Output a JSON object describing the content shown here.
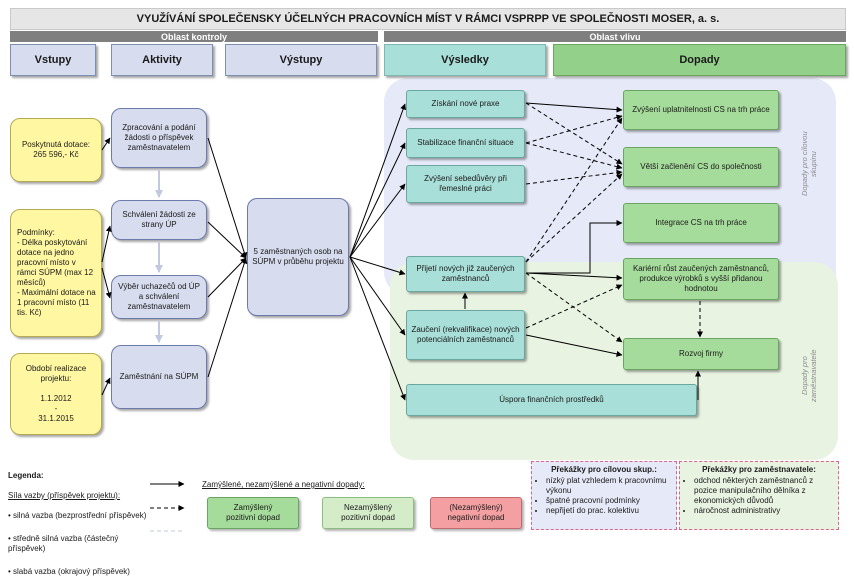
{
  "title": "VYUŽÍVÁNÍ SPOLEČENSKY ÚČELNÝCH PRACOVNÍCH MÍST V RÁMCI VSPRPP VE SPOLEČNOSTI MOSER, a. s.",
  "areas": {
    "control": "Oblast kontroly",
    "influence": "Oblast vlivu"
  },
  "columns": {
    "inputs": "Vstupy",
    "activities": "Aktivity",
    "outputs": "Výstupy",
    "results": "Výsledky",
    "impacts": "Dopady"
  },
  "inputs": {
    "subsidy": "Poskytnutá dotace:\n265 596,- Kč",
    "conditions": "Podmínky:\n- Délka poskytování dotace na jedno pracovní místo v rámci SÚPM (max 12 měsíců)\n- Maximální dotace na 1 pracovní místo (11 tis. Kč)",
    "period": "Období realizace projektu:\n\n1.1.2012\n-\n31.1.2015"
  },
  "activities": [
    "Zpracování a podání žádosti o příspěvek zaměstnavatelem",
    "Schválení žádosti ze strany ÚP",
    "Výběr uchazečů od ÚP a schválení zaměstnavatelem",
    "Zaměstnání na SÚPM"
  ],
  "output": "5 zaměstnaných osob na SÚPM v průběhu projektu",
  "results": [
    "Získání nové praxe",
    "Stabilizace finanční situace",
    "Zvýšení sebedůvěry při řemeslné práci",
    "Přijetí nových již zaučených zaměstnanců",
    "Zaučení (rekvalifikace) nových potenciálních zaměstnanců",
    "Úspora finančních prostředků"
  ],
  "impacts": [
    "Zvýšení uplatnitelnosti CS na trh práce",
    "Větší začlenění CS do společnosti",
    "Integrace CS na trh práce",
    "Kariérní růst zaučených zaměstnanců, produkce výrobků s vyšší přidanou hodnotou",
    "Rozvoj firmy"
  ],
  "side_labels": {
    "target_group": "Dopady\npro cílovou skupinu",
    "employer": "Dopady\npro zaměstnavatele"
  },
  "legend": {
    "heading": "Legenda:",
    "links_title": "Síla vazby (příspěvek projektu):",
    "strong": "• silná vazba (bezprostřední příspěvek)",
    "medium": "• středně silná vazba (částečný příspěvek)",
    "weak": "• slabá vazba (okrajový příspěvek)",
    "impacts_title": "Zamýšlené, nezamýšlené a negativní dopady:",
    "intended": "Zamýšlený\npozitivní dopad",
    "unintended": "Nezamýšlený\npozitivní dopad",
    "negative": "(Nezamýšlený)\nnegativní dopad"
  },
  "barriers_target": {
    "title": "Překážky pro cílovou skup.:",
    "items": [
      "nízký plat vzhledem k pracovnímu výkonu",
      "špatné pracovní podmínky",
      "nepřijetí do prac. kolektivu"
    ]
  },
  "barriers_employer": {
    "title": "Překážky pro zaměstnavatele:",
    "items": [
      "odchod některých zaměstnanců z pozice manipulačního dělníka z ekonomických důvodů",
      "náročnost administrativy"
    ]
  },
  "colors": {
    "input": "#fff7a1",
    "activity": "#d7dcee",
    "result": "#a9dfd9",
    "impact": "#a6dc9b",
    "unintended": "#d5ecc9",
    "negative": "#f4a0a3"
  }
}
